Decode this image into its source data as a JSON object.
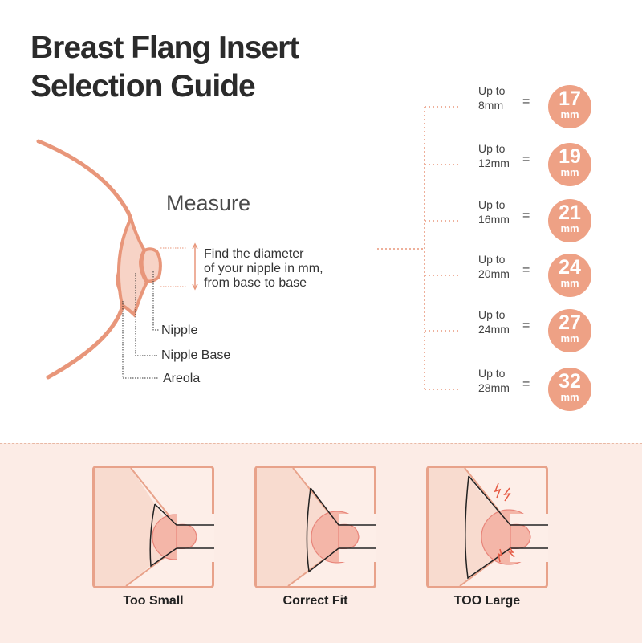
{
  "title": {
    "line1": "Breast Flang Insert",
    "line2": "Selection Guide"
  },
  "measure": {
    "heading": "Measure",
    "desc": [
      "Find the diameter",
      "of your nipple in mm,",
      "from base to base"
    ]
  },
  "labels": {
    "nipple": "Nipple",
    "nipple_base": "Nipple Base",
    "areola": "Areola"
  },
  "sizes": [
    {
      "up": "Up to",
      "range": "8mm",
      "eq": "=",
      "size": "17",
      "unit": "mm"
    },
    {
      "up": "Up to",
      "range": "12mm",
      "eq": "=",
      "size": "19",
      "unit": "mm"
    },
    {
      "up": "Up to",
      "range": "16mm",
      "eq": "=",
      "size": "21",
      "unit": "mm"
    },
    {
      "up": "Up to",
      "range": "20mm",
      "eq": "=",
      "size": "24",
      "unit": "mm"
    },
    {
      "up": "Up to",
      "range": "24mm",
      "eq": "=",
      "size": "27",
      "unit": "mm"
    },
    {
      "up": "Up to",
      "range": "28mm",
      "eq": "=",
      "size": "32",
      "unit": "mm"
    }
  ],
  "fits": [
    {
      "label": "Too Small"
    },
    {
      "label": "Correct Fit"
    },
    {
      "label": "TOO Large"
    }
  ],
  "colors": {
    "accent": "#eea185",
    "line": "#e8967a",
    "skin": "#f7d3c6",
    "bg": "#fcece6"
  }
}
